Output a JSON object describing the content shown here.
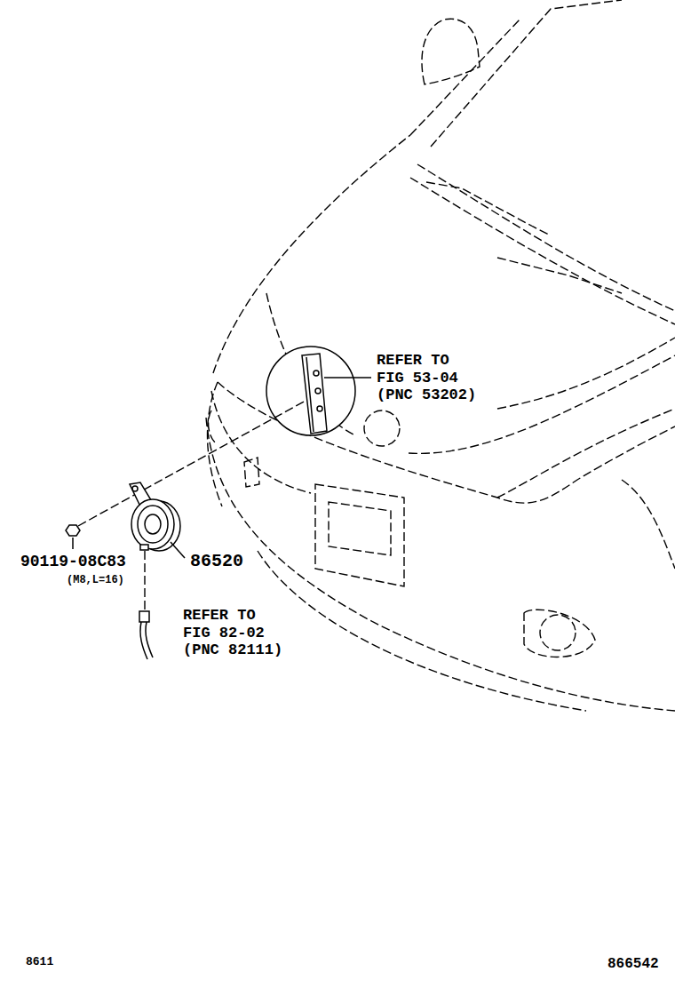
{
  "diagram": {
    "labels": [
      "REFER TO FIG 53-04 (PNC 53202)",
      "90119-08C83",
      "(M8,L=16)",
      "86520",
      "REFER TO FIG 82-02 (PNC 82111)",
      "8611",
      "866542"
    ]
  }
}
